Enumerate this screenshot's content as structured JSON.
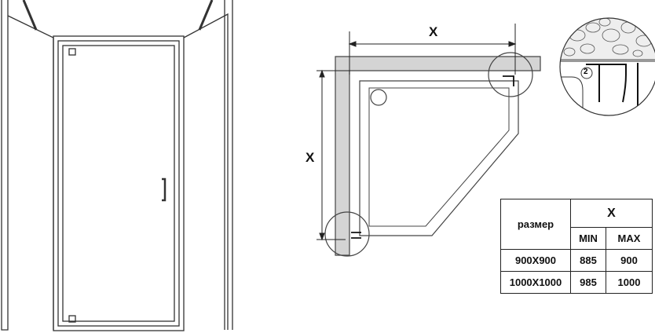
{
  "dimension_labels": {
    "top": "X",
    "side": "X"
  },
  "detail_marker": "2",
  "size_table": {
    "header_size": "размер",
    "header_x": "X",
    "header_min": "MIN",
    "header_max": "MAX",
    "rows": [
      {
        "size": "900X900",
        "min": "885",
        "max": "900"
      },
      {
        "size": "1000X1000",
        "min": "985",
        "max": "1000"
      }
    ]
  }
}
